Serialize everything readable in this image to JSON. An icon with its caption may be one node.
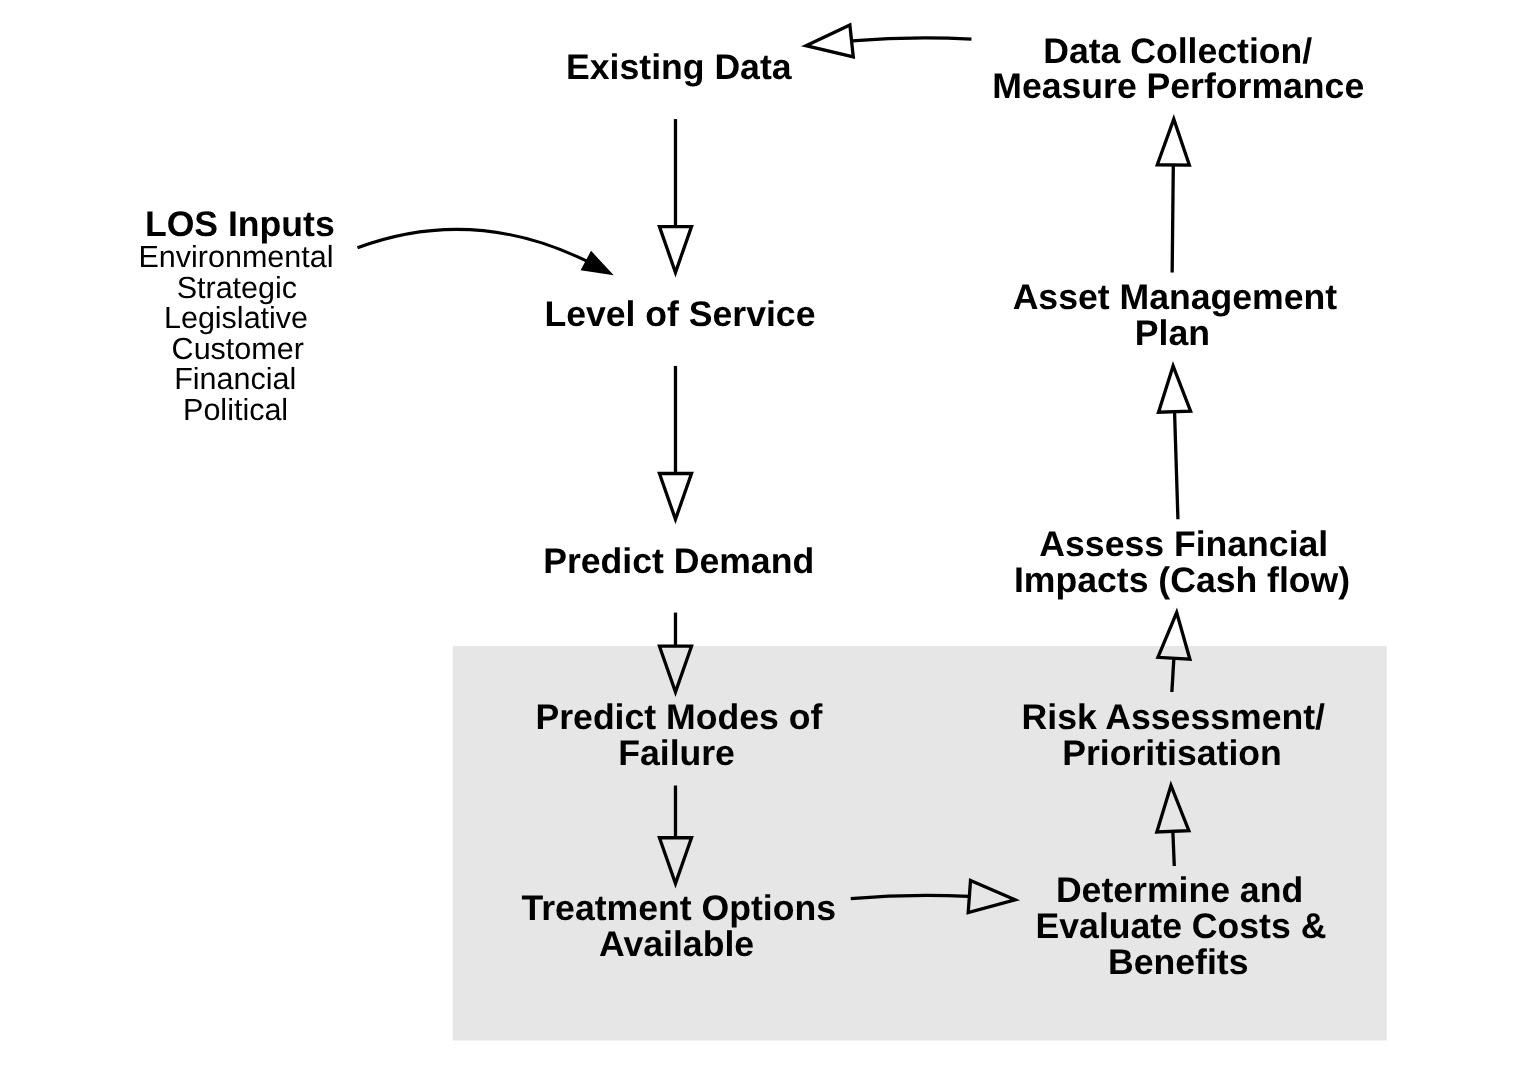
{
  "diagram": {
    "nodes": [
      {
        "text": [
          "Existing Data"
        ]
      },
      {
        "text": [
          "Data Collection/ Measure Performance"
        ]
      },
      {
        "text": [
          "LOS Inputs",
          "Environmental",
          "Strategic",
          "Legislative",
          "Customer",
          "Financial",
          "Political"
        ]
      },
      {
        "text": [
          "Level of Service"
        ]
      },
      {
        "text": [
          "Asset Management Plan"
        ]
      },
      {
        "text": [
          "Predict Demand"
        ]
      },
      {
        "text": [
          "Assess Financial Impacts (Cash flow)"
        ]
      },
      {
        "text": [],
        "shape": "box"
      },
      {
        "text": [
          "Predict Modes of Failure"
        ],
        "in": 7
      },
      {
        "text": [
          "Risk Assessment/ Prioritisation"
        ],
        "in": 7
      },
      {
        "text": [
          "Treatment Options Available"
        ],
        "in": 7
      },
      {
        "text": [
          "Determine and Evaluate Costs & Benefits"
        ],
        "in": 7
      }
    ],
    "edges": [
      {
        "from": 1,
        "to": 0,
        "arrow": "to"
      },
      {
        "from": 0,
        "to": 3,
        "arrow": "to"
      },
      {
        "from": 2,
        "to": 3,
        "arrow": "to"
      },
      {
        "from": 3,
        "to": 5,
        "arrow": "to"
      },
      {
        "from": 5,
        "to": 8,
        "arrow": "to"
      },
      {
        "from": 8,
        "to": 10,
        "arrow": "to"
      },
      {
        "from": 10,
        "to": 11,
        "arrow": "to"
      },
      {
        "from": 11,
        "to": 9,
        "arrow": "to"
      },
      {
        "from": 9,
        "to": 6,
        "arrow": "to"
      },
      {
        "from": 6,
        "to": 4,
        "arrow": "to"
      },
      {
        "from": 4,
        "to": 1,
        "arrow": "to"
      }
    ]
  }
}
